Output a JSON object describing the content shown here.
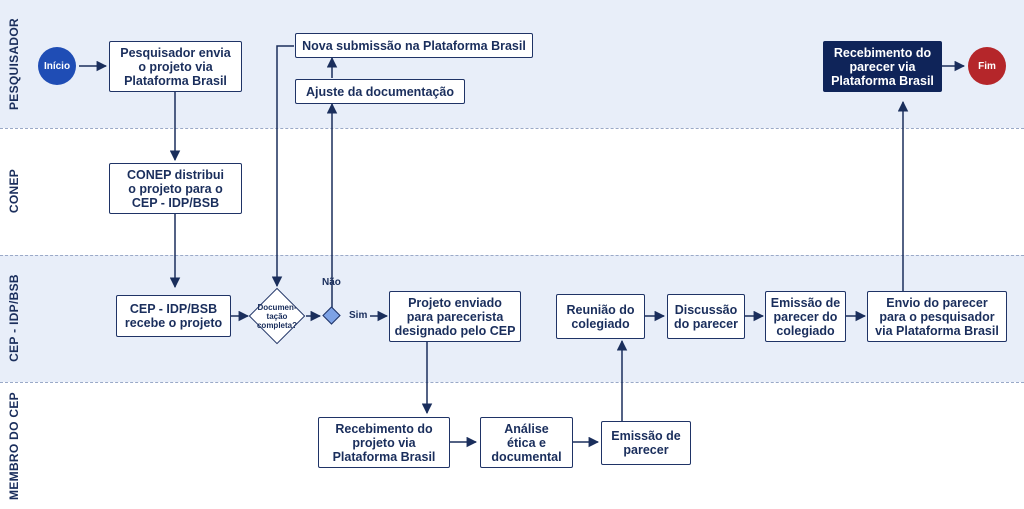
{
  "lanes": {
    "pesquisador": "PESQUISADOR",
    "conep": "CONEP",
    "cep": "CEP - IDP/BSB",
    "membro": "MEMBRO DO CEP"
  },
  "nodes": {
    "inicio": "Início",
    "pesquisador_envia": "Pesquisador envia\no projeto via\nPlataforma Brasil",
    "nova_submissao": "Nova submissão na Plataforma Brasil",
    "ajuste_documentacao": "Ajuste da documentação",
    "recebimento_parecer": "Recebimento do\nparecer via\nPlataforma Brasil",
    "fim": "Fim",
    "conep_distribui": "CONEP distribui\no projeto para o\nCEP - IDP/BSB",
    "cep_recebe": "CEP - IDP/BSB\nrecebe o projeto",
    "documentacao_completa": "Documen-\ntação\ncompleta?",
    "projeto_enviado": "Projeto enviado\npara parecerista\ndesignado pelo CEP",
    "reuniao_colegiado": "Reunião do\ncolegiado",
    "discussao_parecer": "Discussão\ndo parecer",
    "emissao_parecer_colegiado": "Emissão de\nparecer do\ncolegiado",
    "envio_parecer": "Envio do parecer\npara o pesquisador\nvia Plataforma Brasil",
    "recebimento_projeto": "Recebimento do\nprojeto via\nPlataforma Brasil",
    "analise_etica": "Análise\nética e\ndocumental",
    "emissao_parecer": "Emissão de\nparecer"
  },
  "branches": {
    "nao": "Não",
    "sim": "Sim"
  },
  "colors": {
    "lane_shade": "#e8eef9",
    "primary": "#1a2e5c",
    "dark_box": "#0f2459",
    "start": "#1f4db5",
    "end": "#b5262a",
    "decision_small": "#7da2e6"
  }
}
